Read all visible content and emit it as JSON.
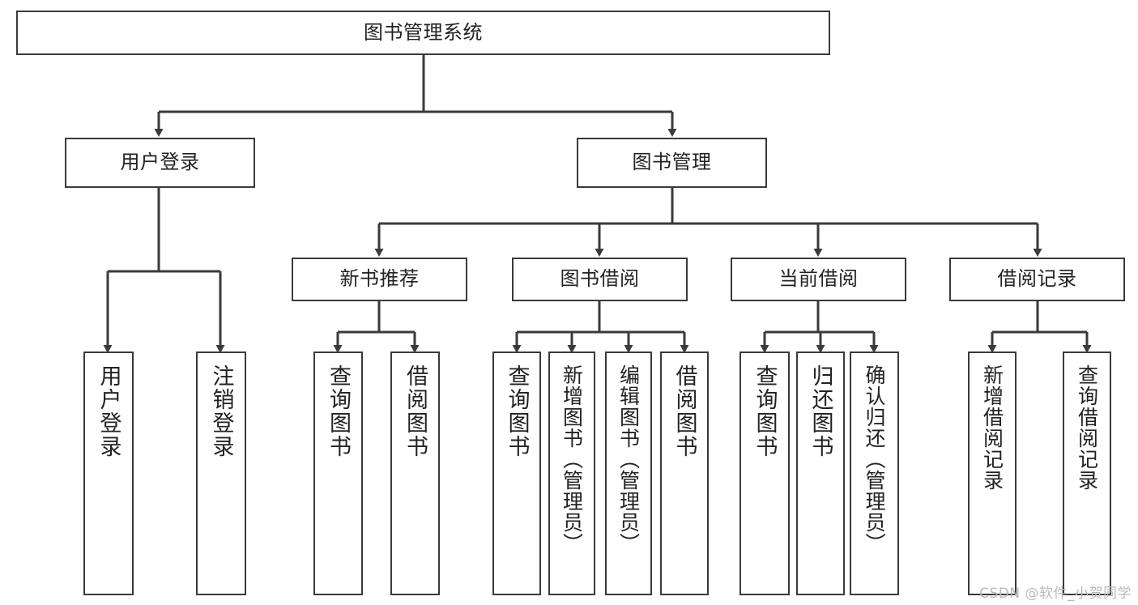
{
  "diagram": {
    "title": "图书管理系统",
    "type": "tree-hierarchy-diagram",
    "watermark": "CSDN @软件_小贺同学",
    "colors": {
      "border": "#3a3a3a",
      "background": "#ffffff",
      "text": "#222222",
      "watermark": "#b9b9b9"
    }
  },
  "nodes": {
    "root": {
      "label": "图书管理系统"
    },
    "level2": [
      {
        "id": "user-login",
        "label": "用户登录"
      },
      {
        "id": "book-manage",
        "label": "图书管理"
      }
    ],
    "level3": [
      {
        "id": "new-book-rec",
        "label": "新书推荐"
      },
      {
        "id": "book-borrow",
        "label": "图书借阅"
      },
      {
        "id": "current-borrow",
        "label": "当前借阅"
      },
      {
        "id": "borrow-record",
        "label": "借阅记录"
      }
    ],
    "leaves": {
      "user_login": [
        {
          "id": "leaf-user-login",
          "label": "用户登录"
        },
        {
          "id": "leaf-logout",
          "label": "注销登录"
        }
      ],
      "new_book_rec": [
        {
          "id": "leaf-query-book-1",
          "label": "查询图书"
        },
        {
          "id": "leaf-borrow-book-1",
          "label": "借阅图书"
        }
      ],
      "book_borrow": [
        {
          "id": "leaf-query-book-2",
          "label": "查询图书"
        },
        {
          "id": "leaf-add-book",
          "label": "新增图书（管理员）"
        },
        {
          "id": "leaf-edit-book",
          "label": "编辑图书（管理员）"
        },
        {
          "id": "leaf-borrow-book-2",
          "label": "借阅图书"
        }
      ],
      "current_borrow": [
        {
          "id": "leaf-query-book-3",
          "label": "查询图书"
        },
        {
          "id": "leaf-return-book",
          "label": "归还图书"
        },
        {
          "id": "leaf-confirm-return",
          "label": "确认归还（管理员）"
        }
      ],
      "borrow_record": [
        {
          "id": "leaf-add-record",
          "label": "新增借阅记录"
        },
        {
          "id": "leaf-query-record",
          "label": "查询借阅记录"
        }
      ]
    }
  }
}
